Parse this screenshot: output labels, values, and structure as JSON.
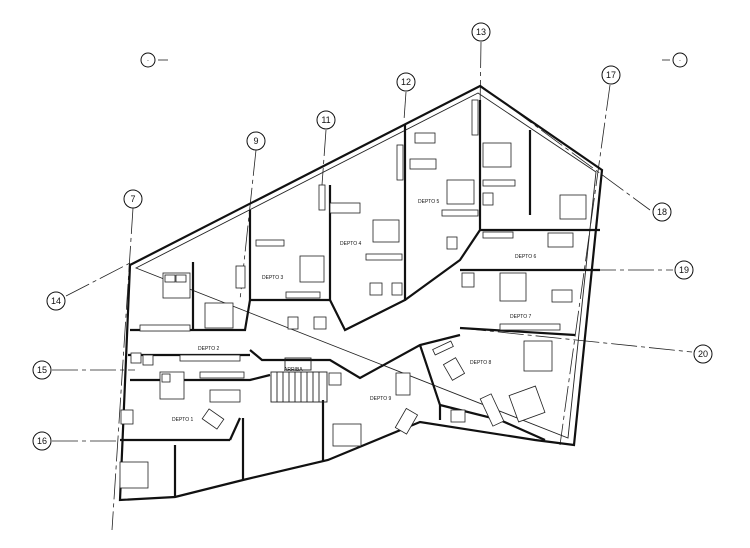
{
  "grid_labels": [
    "7",
    "9",
    "11",
    "12",
    "13",
    "17",
    "14",
    "15",
    "16",
    "18",
    "19",
    "20"
  ],
  "level_markers": [
    "-",
    "-"
  ],
  "units": [
    "DEPTO 1",
    "DEPTO 2",
    "DEPTO 3",
    "DEPTO 4",
    "DEPTO 5",
    "DEPTO 6",
    "DEPTO 7",
    "DEPTO 8",
    "DEPTO 9"
  ],
  "stair_label": "ARRIBA"
}
